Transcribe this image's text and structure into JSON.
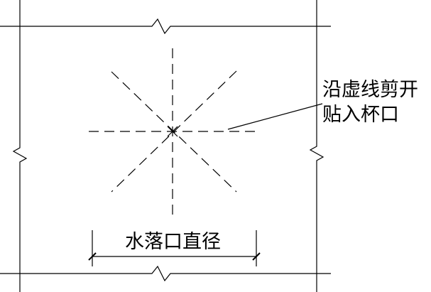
{
  "annotation": {
    "line1": "沿虚线剪开",
    "line2": "贴入杯口"
  },
  "dimension": {
    "label": "水落口直径"
  },
  "colors": {
    "stroke": "#000000",
    "background": "#ffffff"
  }
}
